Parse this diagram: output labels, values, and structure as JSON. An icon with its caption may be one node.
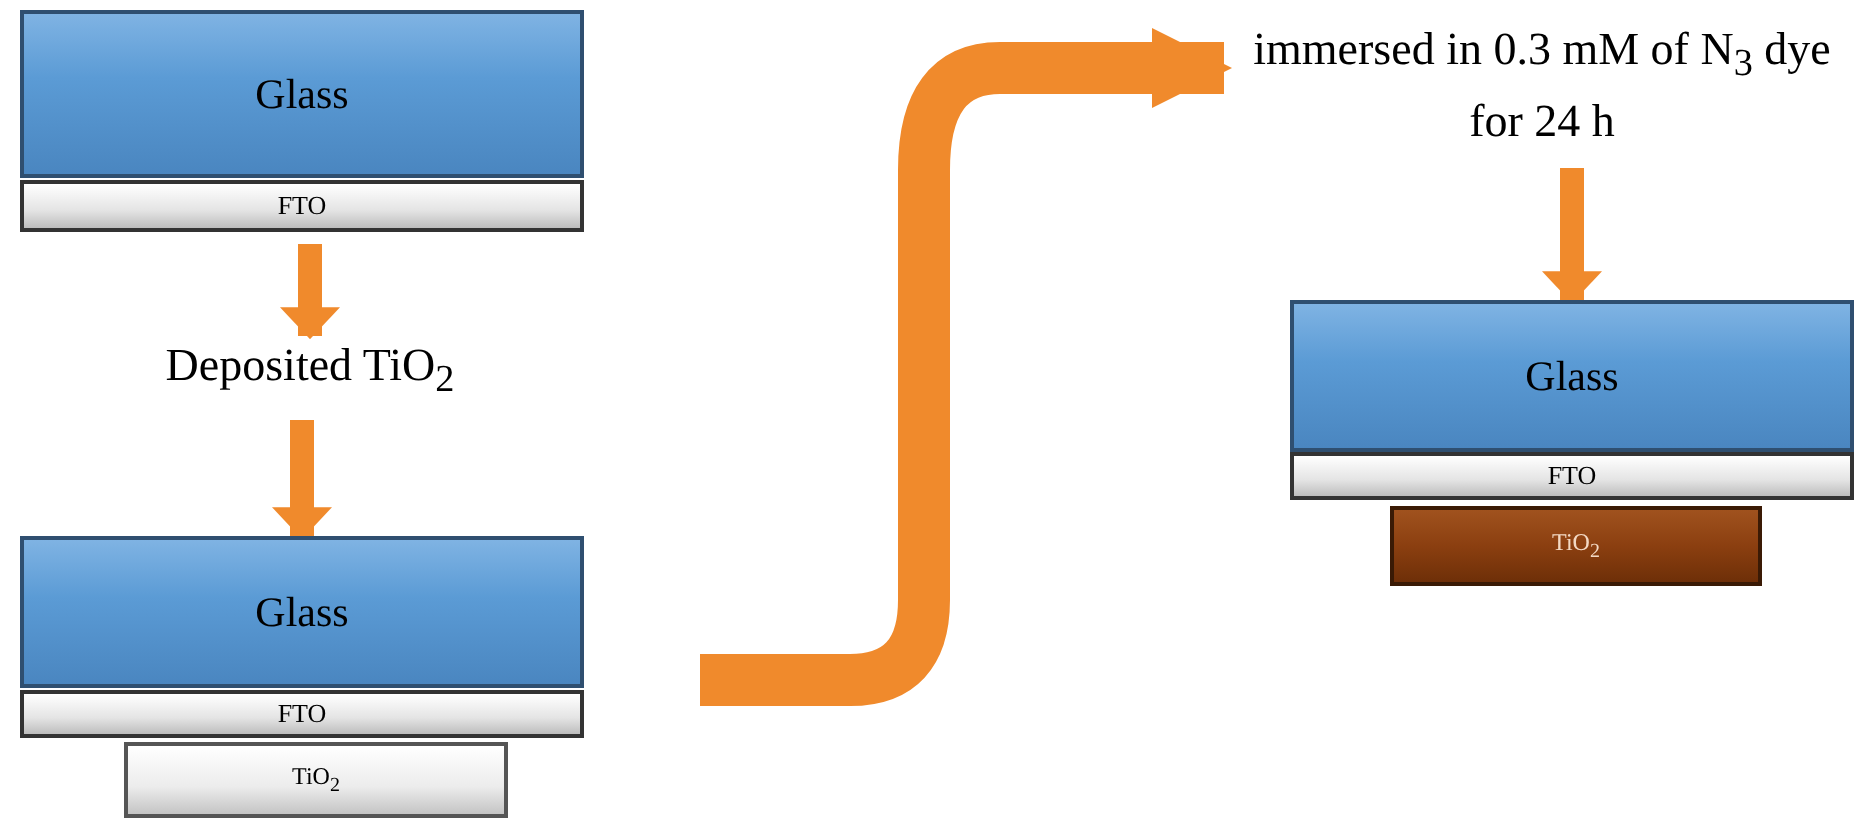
{
  "diagram": {
    "nodes": [
      {
        "text": [
          "Glass"
        ]
      },
      {
        "text": [
          "FTO"
        ]
      },
      {
        "text": [
          "Deposited TiO$_{2}$"
        ]
      },
      {
        "text": [
          "Glass"
        ]
      },
      {
        "text": [
          "FTO"
        ]
      },
      {
        "text": [
          "TiO$_{2}$"
        ]
      },
      {
        "text": [
          "immersed in 0.3 mM of N$_{3}$ dye for 24 h"
        ]
      },
      {
        "text": [
          "Glass"
        ]
      },
      {
        "text": [
          "FTO"
        ]
      },
      {
        "text": [
          "TiO$_{2}$"
        ]
      }
    ],
    "edges": [
      {
        "from": 1,
        "to": 2,
        "arrow": "to"
      },
      {
        "from": 2,
        "to": 3,
        "arrow": "to"
      },
      {
        "from": null,
        "to": 6,
        "arrow": "to",
        "style": "thick"
      },
      {
        "from": 6,
        "to": 7,
        "arrow": "to"
      }
    ]
  }
}
